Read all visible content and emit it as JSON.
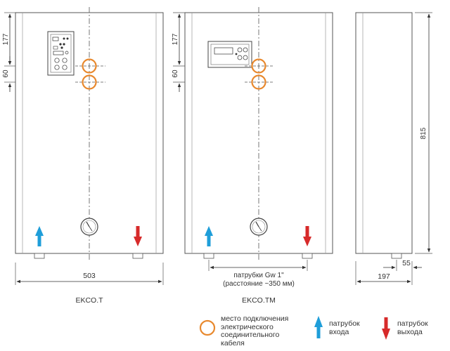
{
  "dimensions": {
    "top_offset": "177",
    "connector_spacing": "60",
    "total_height": "815",
    "front_width": "503",
    "side_depth": "197",
    "side_offset": "55"
  },
  "labels": {
    "connector_note_line1": "патрубки Gw 1\"",
    "connector_note_line2": "(расстояние  ~350 мм)"
  },
  "models": {
    "left": "EKCO.T",
    "middle": "EKCO.TM"
  },
  "legend": {
    "cable": "место подключения\nэлектрического\nсоединительного\nкабеля",
    "inlet": "патрубок\nвхода",
    "outlet": "патрубок\nвыхода"
  },
  "icons": {
    "cable": "orange-circle-icon",
    "inlet": "blue-up-arrow-icon",
    "outlet": "red-down-arrow-icon"
  },
  "colors": {
    "outline": "#555555",
    "cable": "#e8892e",
    "inlet": "#1f9ed9",
    "outlet": "#d72a2a"
  }
}
